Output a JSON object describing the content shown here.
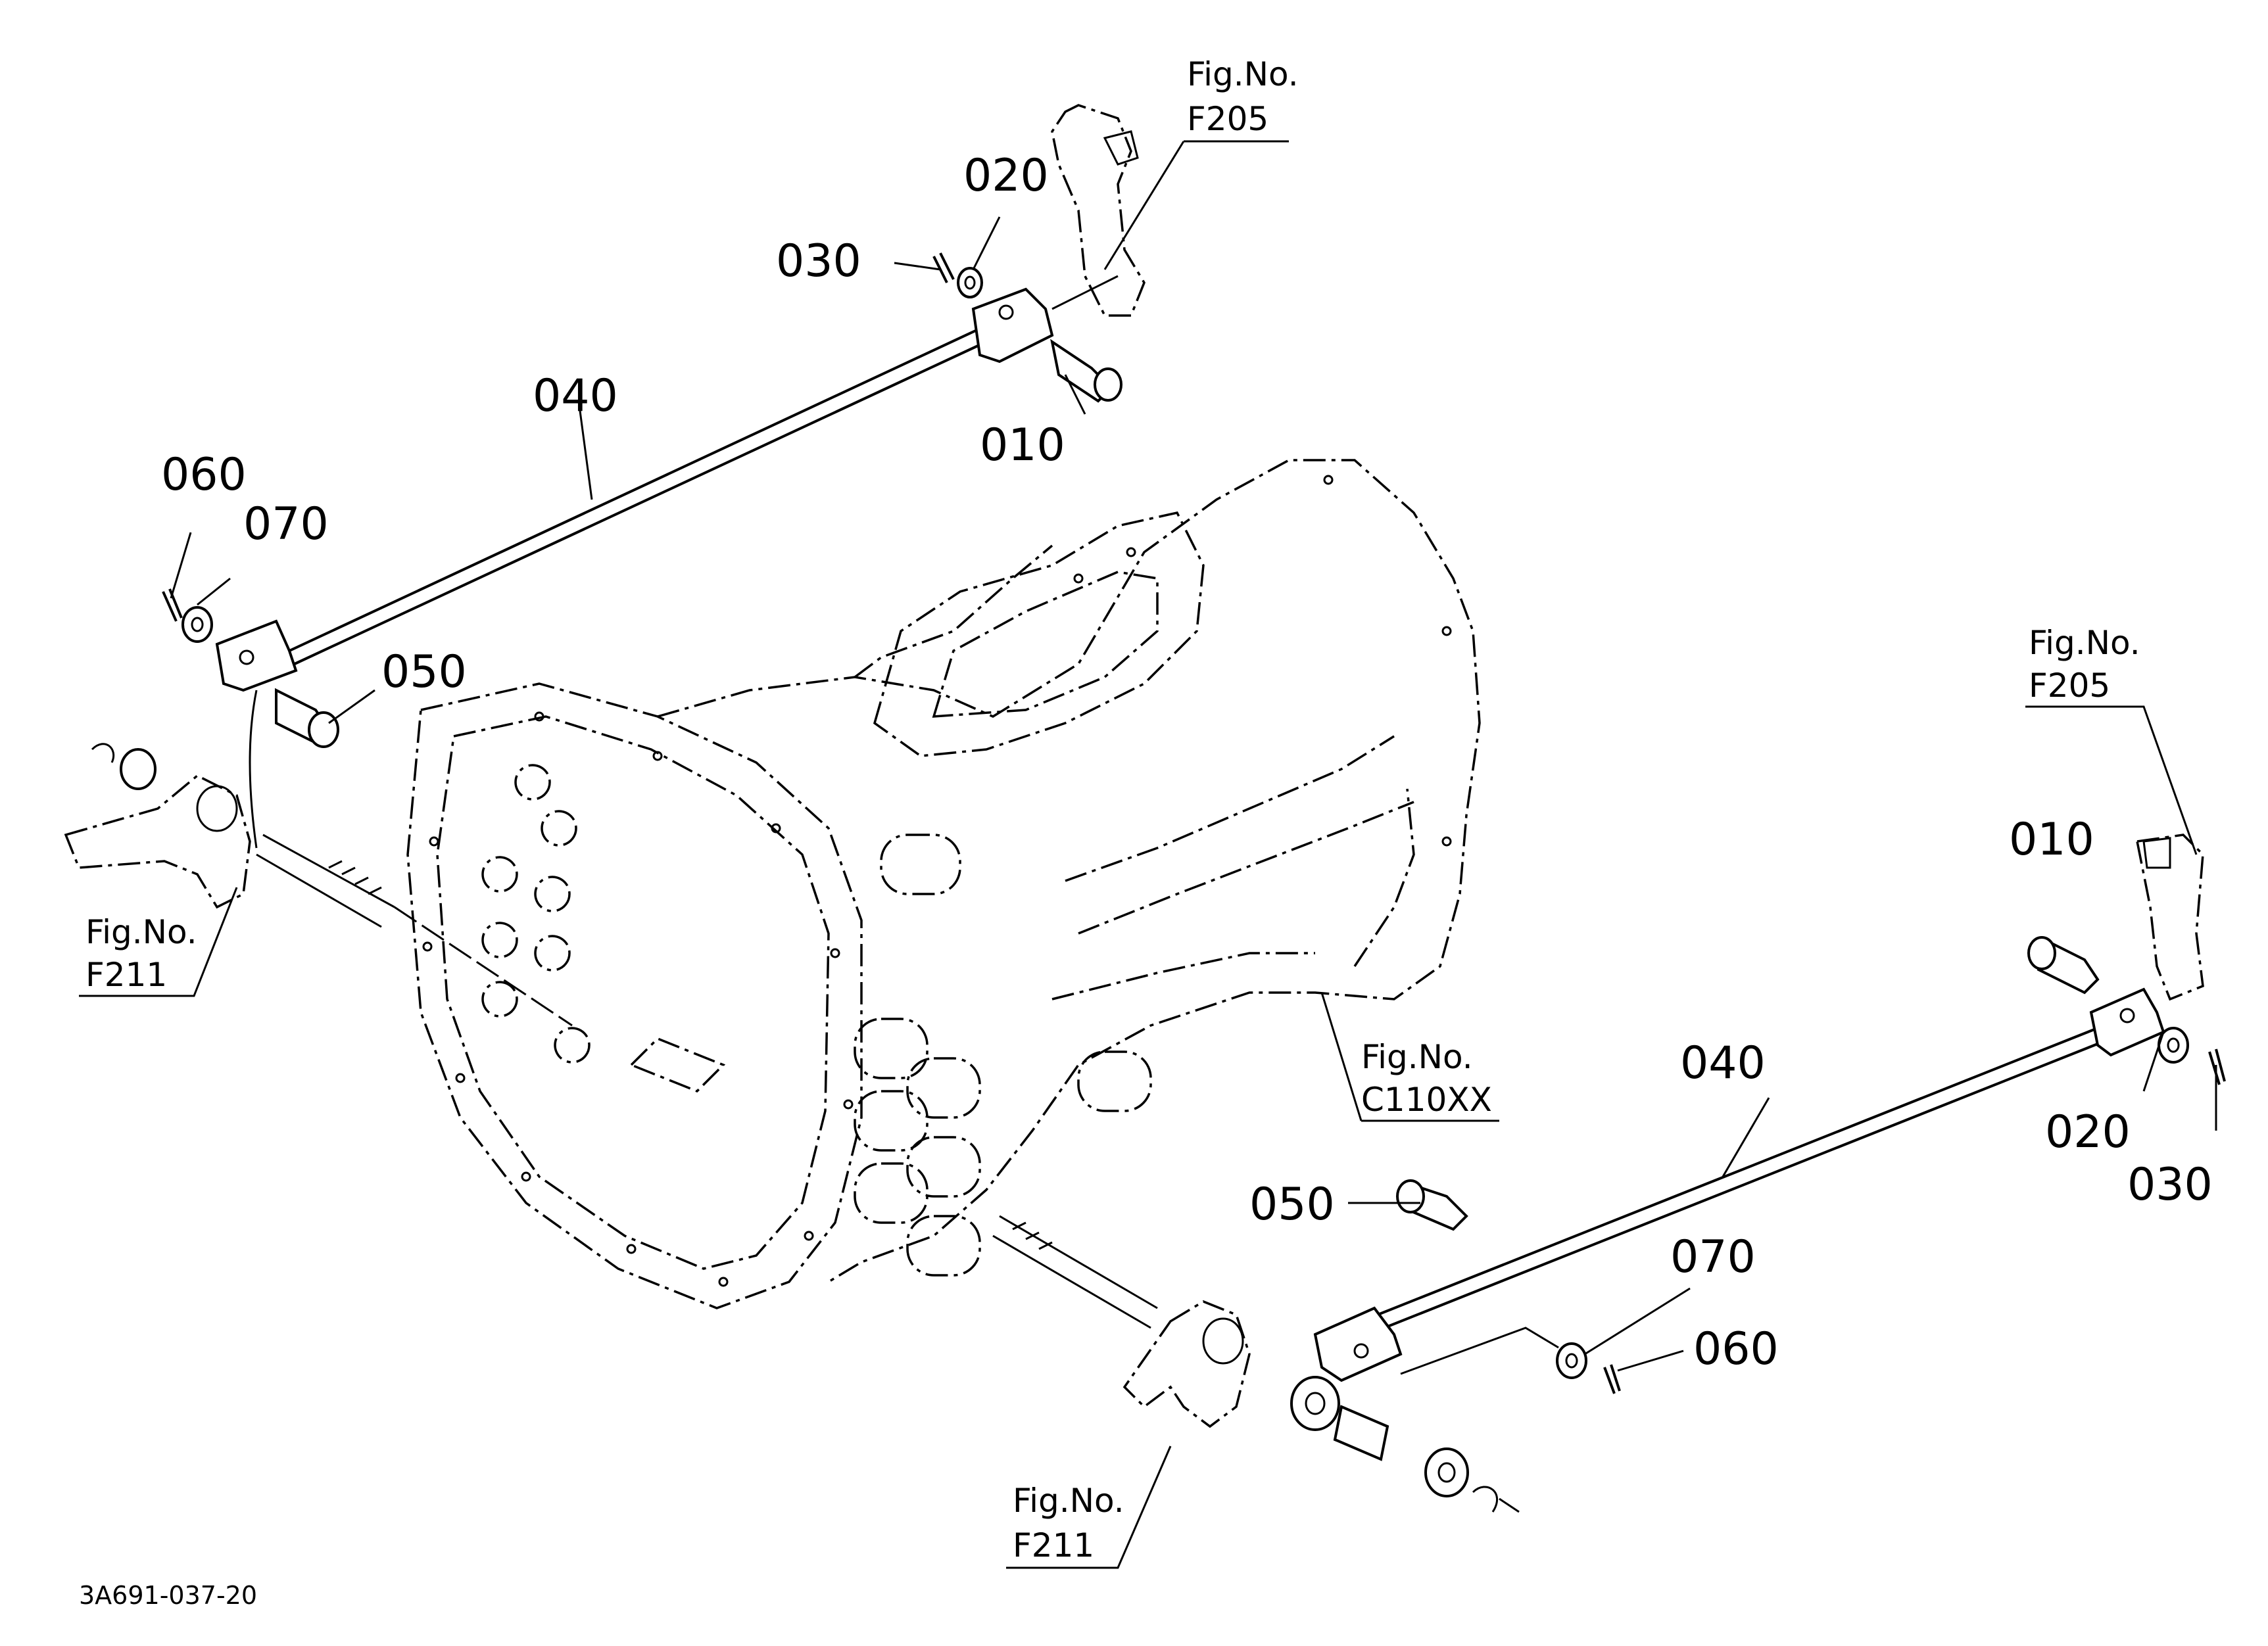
{
  "callouts": {
    "top_010": "010",
    "top_020": "020",
    "top_030": "030",
    "top_040": "040",
    "top_050": "050",
    "top_060": "060",
    "top_070": "070",
    "bot_010": "010",
    "bot_020": "020",
    "bot_030": "030",
    "bot_040": "040",
    "bot_050": "050",
    "bot_060": "060",
    "bot_070": "070"
  },
  "figure_refs": {
    "fig_label": "Fig.No.",
    "top_f205": "F205",
    "right_f205": "F205",
    "left_f211": "F211",
    "bottom_f211": "F211",
    "housing": "C110XX"
  },
  "drawing_code": "3A691-037-20"
}
